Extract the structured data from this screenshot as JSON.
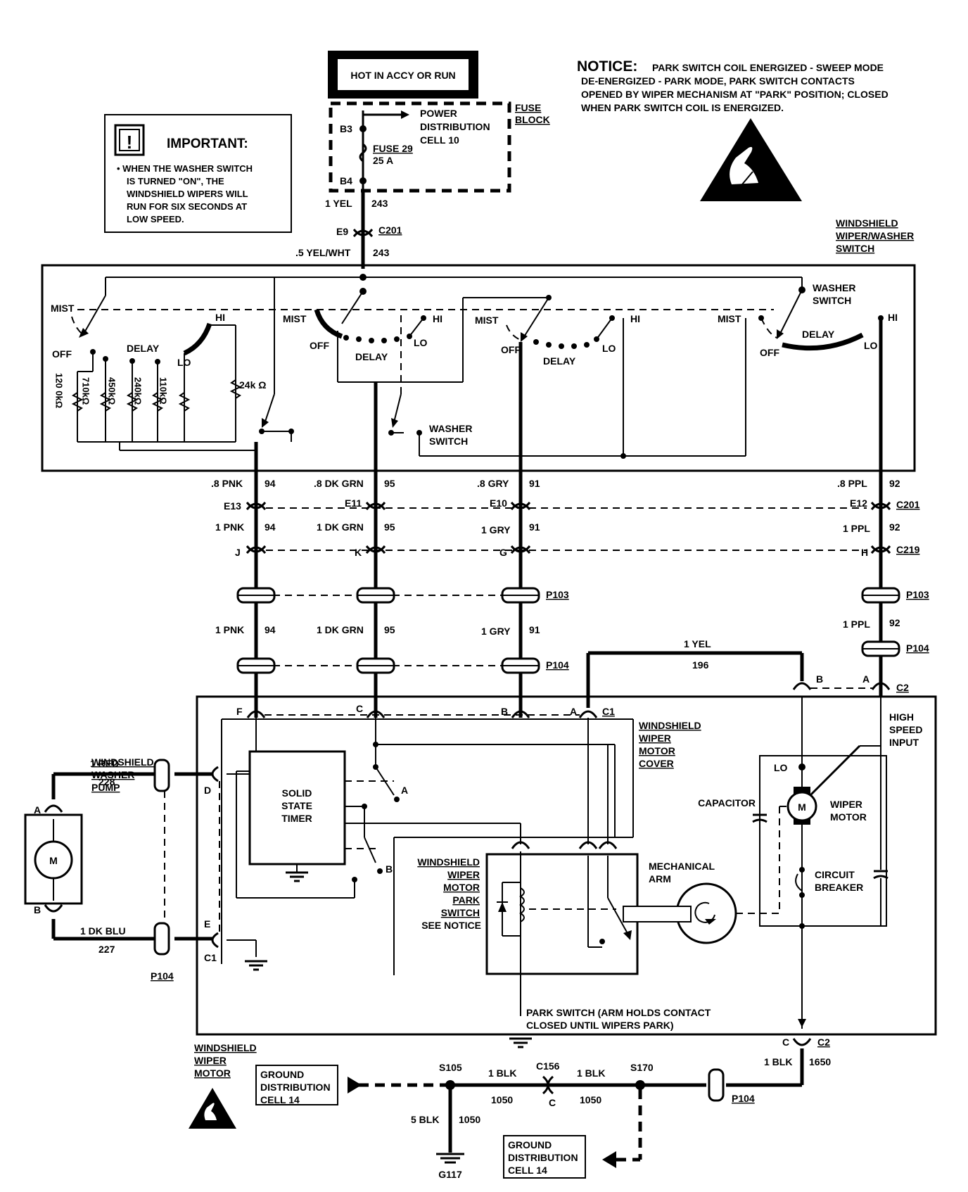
{
  "hot_label": "HOT IN ACCY OR RUN",
  "notice": {
    "title": "NOTICE:",
    "line1": "PARK SWITCH COIL ENERGIZED - SWEEP MODE",
    "line2": "DE-ENERGIZED - PARK MODE, PARK SWITCH CONTACTS",
    "line3": "OPENED BY WIPER MECHANISM AT \"PARK\" POSITION; CLOSED",
    "line4": "WHEN PARK SWITCH COIL IS ENERGIZED."
  },
  "important": {
    "icon": "!",
    "title": "IMPORTANT:",
    "line1": "• WHEN THE WASHER SWITCH",
    "line2": "IS TURNED \"ON\", THE",
    "line3": "WINDSHIELD WIPERS WILL",
    "line4": "RUN FOR SIX SECONDS AT",
    "line5": "LOW SPEED."
  },
  "fuse_block": {
    "label1": "FUSE",
    "label2": "BLOCK",
    "pd1": "POWER",
    "pd2": "DISTRIBUTION",
    "pd3": "CELL 10",
    "b3": "B3",
    "b4": "B4",
    "fuse_name": "FUSE 29",
    "fuse_amp": "25 A"
  },
  "wires_top": {
    "yel": "1 YEL",
    "yel_num": "243",
    "e9": "E9",
    "c201": "C201",
    "yelwht": ".5 YEL/WHT",
    "yelwht_num": "243"
  },
  "switch_label": {
    "l1": "WINDSHIELD",
    "l2": "WIPER/WASHER",
    "l3": "SWITCH"
  },
  "switch": {
    "mist": "MIST",
    "off": "OFF",
    "delay": "DELAY",
    "hi": "HI",
    "lo": "LO",
    "washer1": "WASHER",
    "washer2": "SWITCH",
    "r24": "24k Ω",
    "res": [
      "120 0kΩ",
      "710kΩ",
      "450kΩ",
      "240kΩ",
      "110kΩ"
    ]
  },
  "circuits": {
    "c94": {
      "g1": ".8 PNK",
      "g2": "1 PNK",
      "num": "94",
      "e": "E13",
      "c219": "J"
    },
    "c95": {
      "g1": ".8 DK GRN",
      "g2": "1 DK GRN",
      "num": "95",
      "e": "E11",
      "c219": "K"
    },
    "c91": {
      "g1": ".8 GRY",
      "g2": "1 GRY",
      "num": "91",
      "e": "E10",
      "c219": "G"
    },
    "c92": {
      "g1": ".8 PPL",
      "g2": "1 PPL",
      "num": "92",
      "e": "E12",
      "c219": "H"
    },
    "c201": "C201",
    "c219": "C219",
    "p103": "P103",
    "p104": "P104"
  },
  "motor_feed": {
    "gauge": "1 YEL",
    "num": "196",
    "b": "B",
    "a": "A",
    "c2": "C2"
  },
  "motor_conn": {
    "f": "F",
    "c": "C",
    "b": "B",
    "a": "A",
    "c1": "C1"
  },
  "cover_label": {
    "l1": "WINDSHIELD",
    "l2": "WIPER",
    "l3": "MOTOR",
    "l4": "COVER"
  },
  "timer": {
    "l1": "SOLID",
    "l2": "STATE",
    "l3": "TIMER",
    "a": "A",
    "b": "B"
  },
  "washer_pump": {
    "l1": "WINDSHIELD",
    "l2": "WASHER",
    "l3": "PUMP",
    "m": "M",
    "red": "1 RED",
    "red_num": "228",
    "blu": "1 DK BLU",
    "blu_num": "227",
    "a": "A",
    "b": "B",
    "d": "D",
    "e": "E",
    "c1": "C1",
    "p104": "P104"
  },
  "park_switch": {
    "l1": "WINDSHIELD",
    "l2": "WIPER",
    "l3": "MOTOR",
    "l4": "PARK",
    "l5": "SWITCH",
    "l6": "SEE NOTICE",
    "mech1": "MECHANICAL",
    "mech2": "ARM",
    "note1": "PARK SWITCH (ARM HOLDS CONTACT",
    "note2": "CLOSED UNTIL WIPERS PARK)"
  },
  "wiper_motor": {
    "high1": "HIGH",
    "high2": "SPEED",
    "high3": "INPUT",
    "lo": "LO",
    "capacitor": "CAPACITOR",
    "m": "M",
    "wm1": "WIPER",
    "wm2": "MOTOR",
    "cb1": "CIRCUIT",
    "cb2": "BREAKER"
  },
  "ground": {
    "motor_l1": "WINDSHIELD",
    "motor_l2": "WIPER",
    "motor_l3": "MOTOR",
    "gd1": "GROUND",
    "gd2": "DISTRIBUTION",
    "gd3": "CELL 14",
    "s105": "S105",
    "s170": "S170",
    "c156": "C156",
    "c156c": "C",
    "blk": "1 BLK",
    "blk_num": "1050",
    "blk5": "5 BLK",
    "blk5_num": "1050",
    "blk_1650": "1 BLK",
    "num_1650": "1650",
    "g117": "G117",
    "c": "C",
    "c2": "C2",
    "p104": "P104"
  }
}
